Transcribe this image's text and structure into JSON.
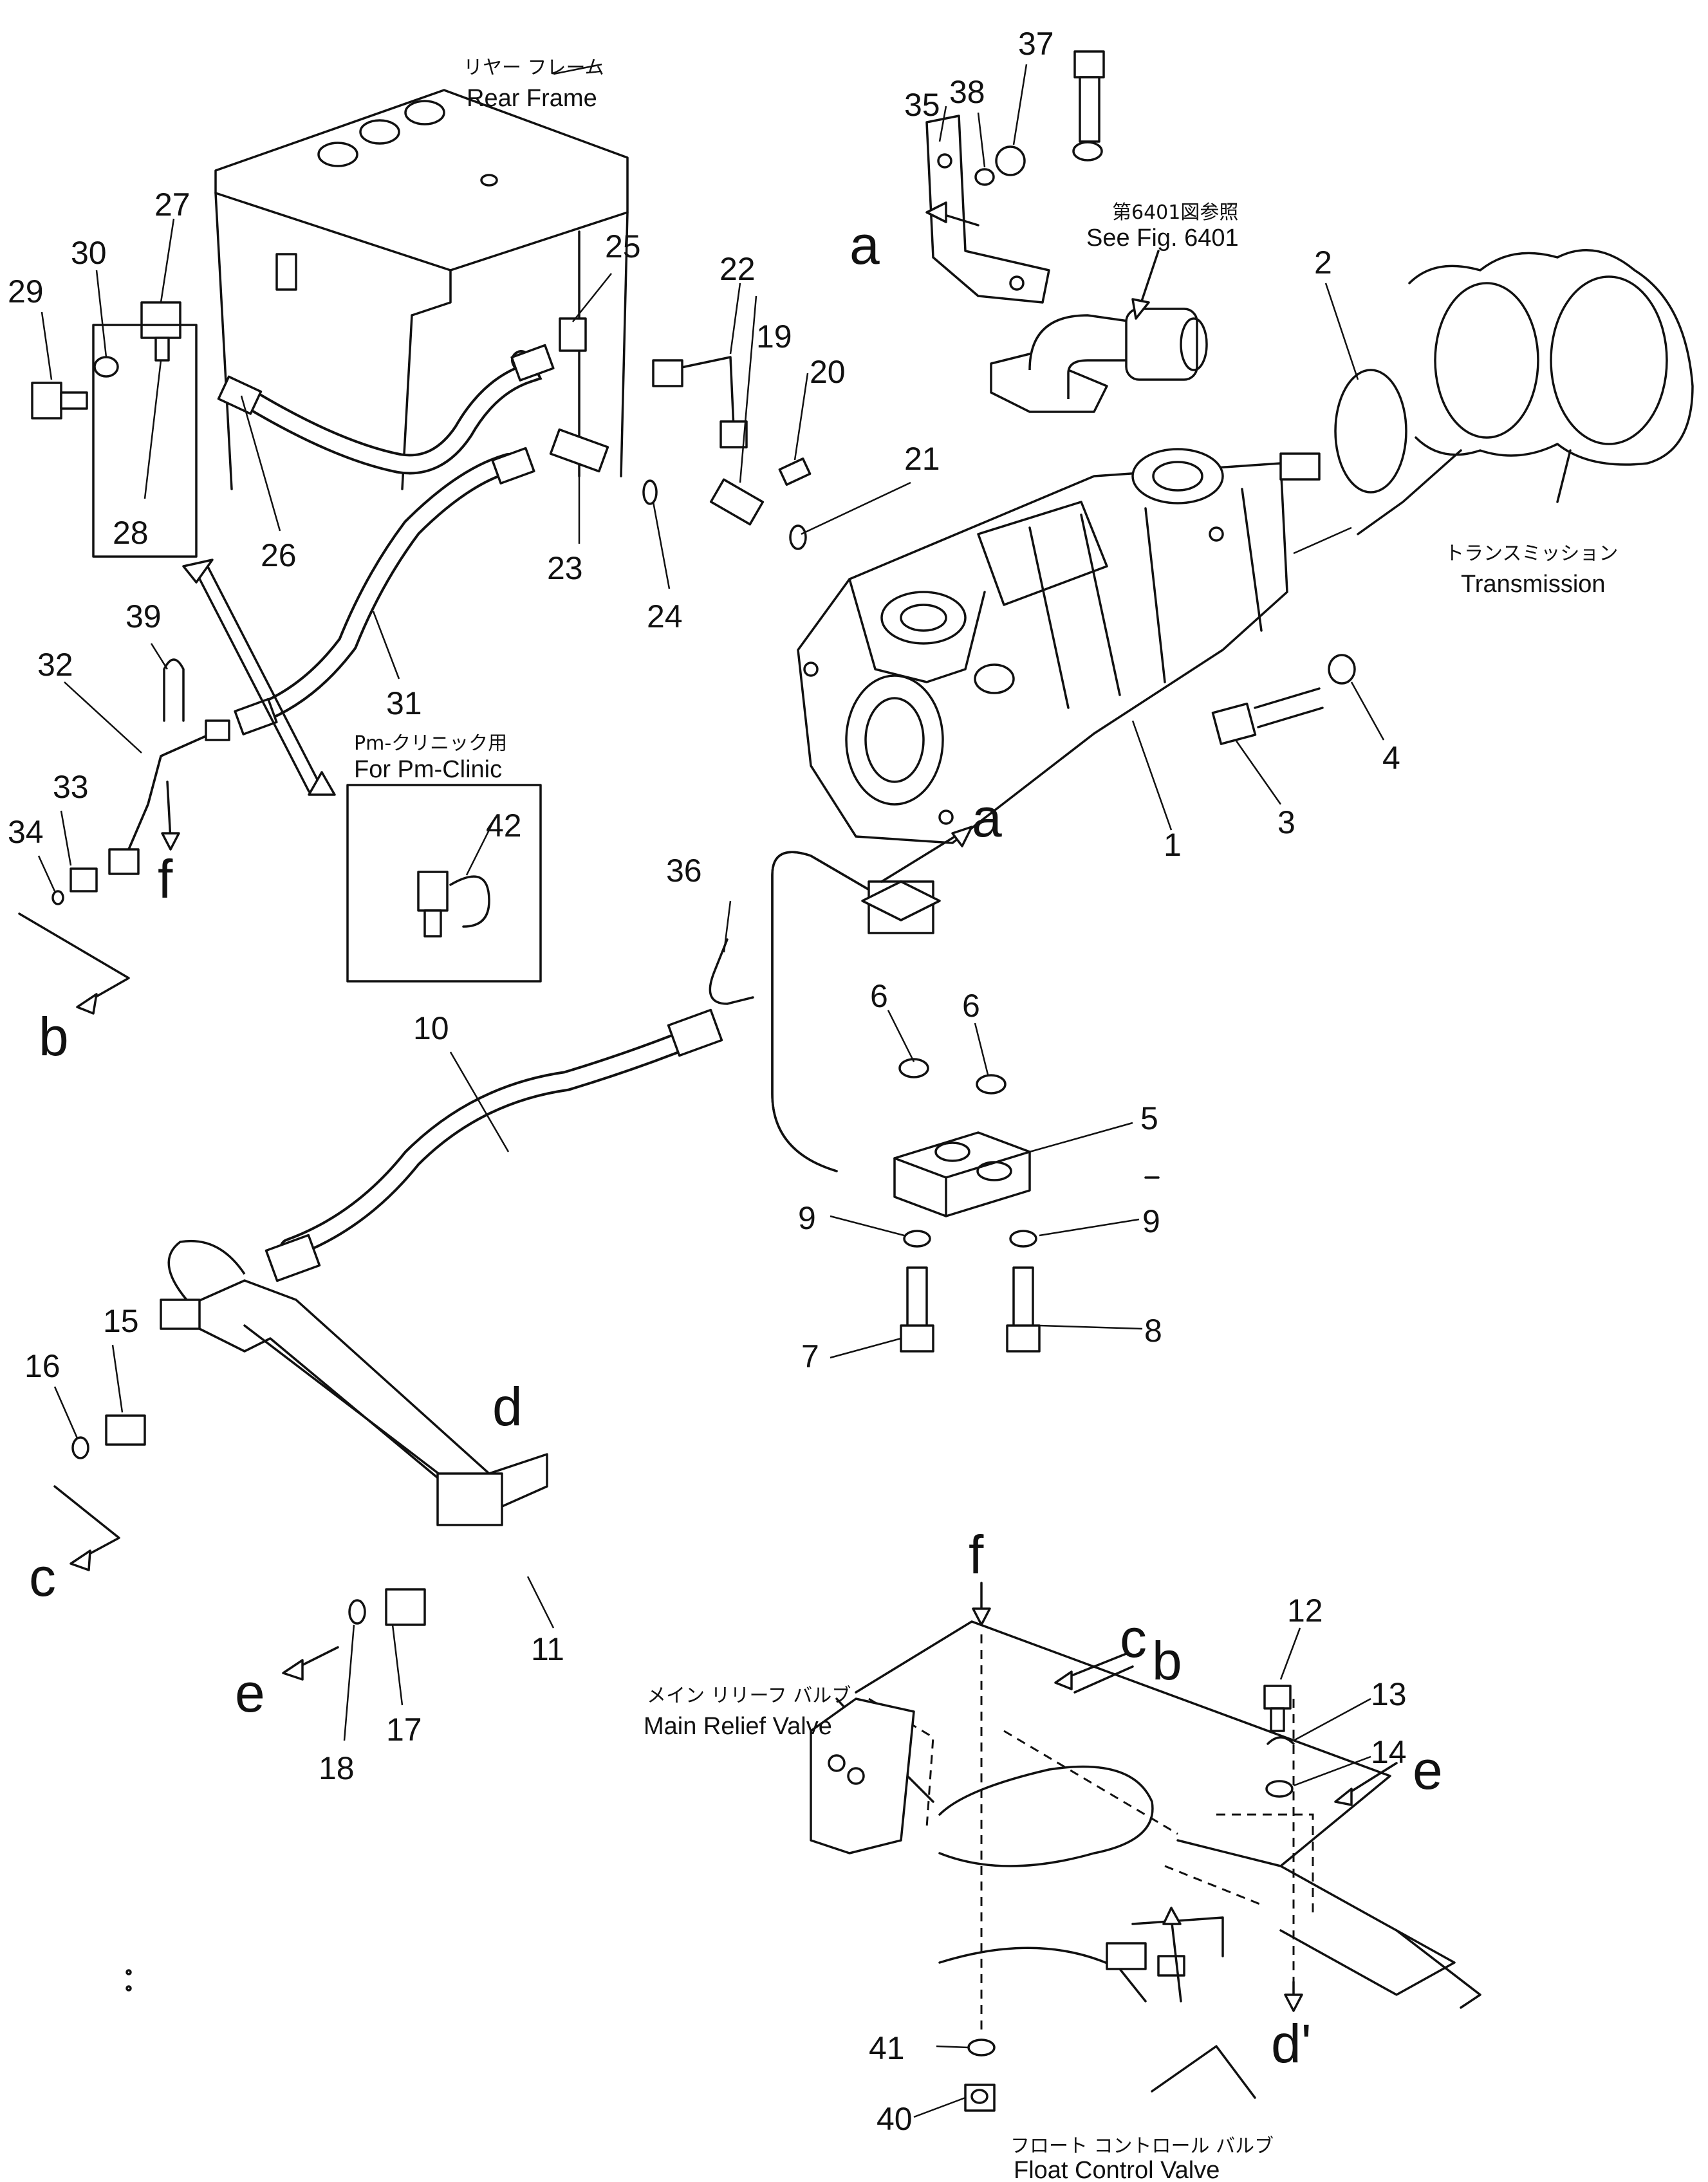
{
  "labels": {
    "rear_frame_jp": "リヤー フレーム",
    "rear_frame_en": "Rear Frame",
    "see_fig_jp": "第6401図参照",
    "see_fig_en": "See Fig. 6401",
    "transmission_jp": "トランスミッション",
    "transmission_en": "Transmission",
    "pm_clinic_jp": "Pm-クリニック用",
    "pm_clinic_en": "For Pm-Clinic",
    "main_relief_jp": "メイン リリーフ バルブ",
    "main_relief_en": "Main Relief Valve",
    "float_control_jp": "フロート コントロール バルブ",
    "float_control_en": "Float Control Valve"
  },
  "callouts": [
    "1",
    "2",
    "3",
    "4",
    "5",
    "6",
    "6",
    "7",
    "8",
    "9",
    "9",
    "10",
    "11",
    "12",
    "13",
    "14",
    "15",
    "16",
    "17",
    "18",
    "19",
    "20",
    "21",
    "22",
    "23",
    "24",
    "25",
    "26",
    "27",
    "28",
    "29",
    "30",
    "31",
    "32",
    "33",
    "34",
    "35",
    "36",
    "37",
    "38",
    "39",
    "40",
    "41",
    "42"
  ],
  "letters": [
    "a",
    "a",
    "b",
    "b",
    "c",
    "c",
    "d",
    "d'",
    "e",
    "e",
    "f",
    "f"
  ]
}
